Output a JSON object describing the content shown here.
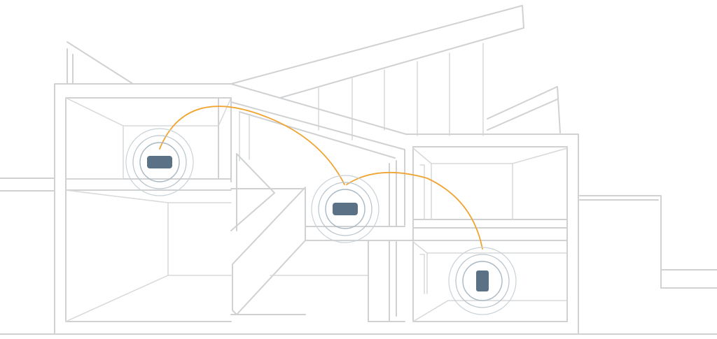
{
  "colors": {
    "background": "#ffffff",
    "walls": "#cfd1d3",
    "signal_rings": "#c2ccd3",
    "mesh_link": "#f0a431",
    "device": "#5b7185"
  },
  "devices": [
    {
      "name": "router",
      "shape": "horizontal-puck"
    },
    {
      "name": "mesh-node-middle",
      "shape": "horizontal-puck"
    },
    {
      "name": "mesh-node-lower",
      "shape": "vertical-tower"
    }
  ],
  "links": [
    {
      "from": "router",
      "to": "mesh-node-middle"
    },
    {
      "from": "mesh-node-middle",
      "to": "mesh-node-lower"
    }
  ]
}
